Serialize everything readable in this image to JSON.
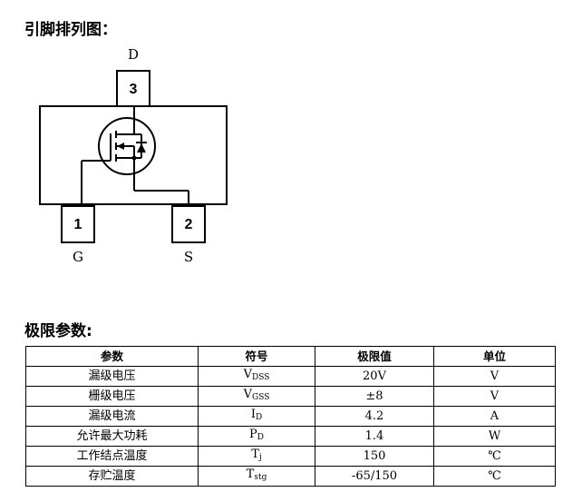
{
  "pinout": {
    "heading": "引脚排列图：",
    "pin3": {
      "number": "3",
      "label": "D"
    },
    "pin1": {
      "number": "1",
      "label": "G"
    },
    "pin2": {
      "number": "2",
      "label": "S"
    }
  },
  "limits": {
    "heading": "极限参数:",
    "headers": [
      "参数",
      "符号",
      "极限值",
      "单位"
    ],
    "rows": [
      {
        "param": "漏级电压",
        "symbol": "V",
        "sub": "DSS",
        "value": "20V",
        "unit": "V"
      },
      {
        "param": "栅级电压",
        "symbol": "V",
        "sub": "GSS",
        "value": "±8",
        "unit": "V"
      },
      {
        "param": "漏级电流",
        "symbol": "I",
        "sub": "D",
        "value": "4.2",
        "unit": "A"
      },
      {
        "param": "允许最大功耗",
        "symbol": "P",
        "sub": "D",
        "value": "1.4",
        "unit": "W"
      },
      {
        "param": "工作结点温度",
        "symbol": "T",
        "sub": "j",
        "value": "150",
        "unit": "℃"
      },
      {
        "param": "存贮温度",
        "symbol": "T",
        "sub": "stg",
        "value": "-65/150",
        "unit": "℃"
      }
    ]
  }
}
